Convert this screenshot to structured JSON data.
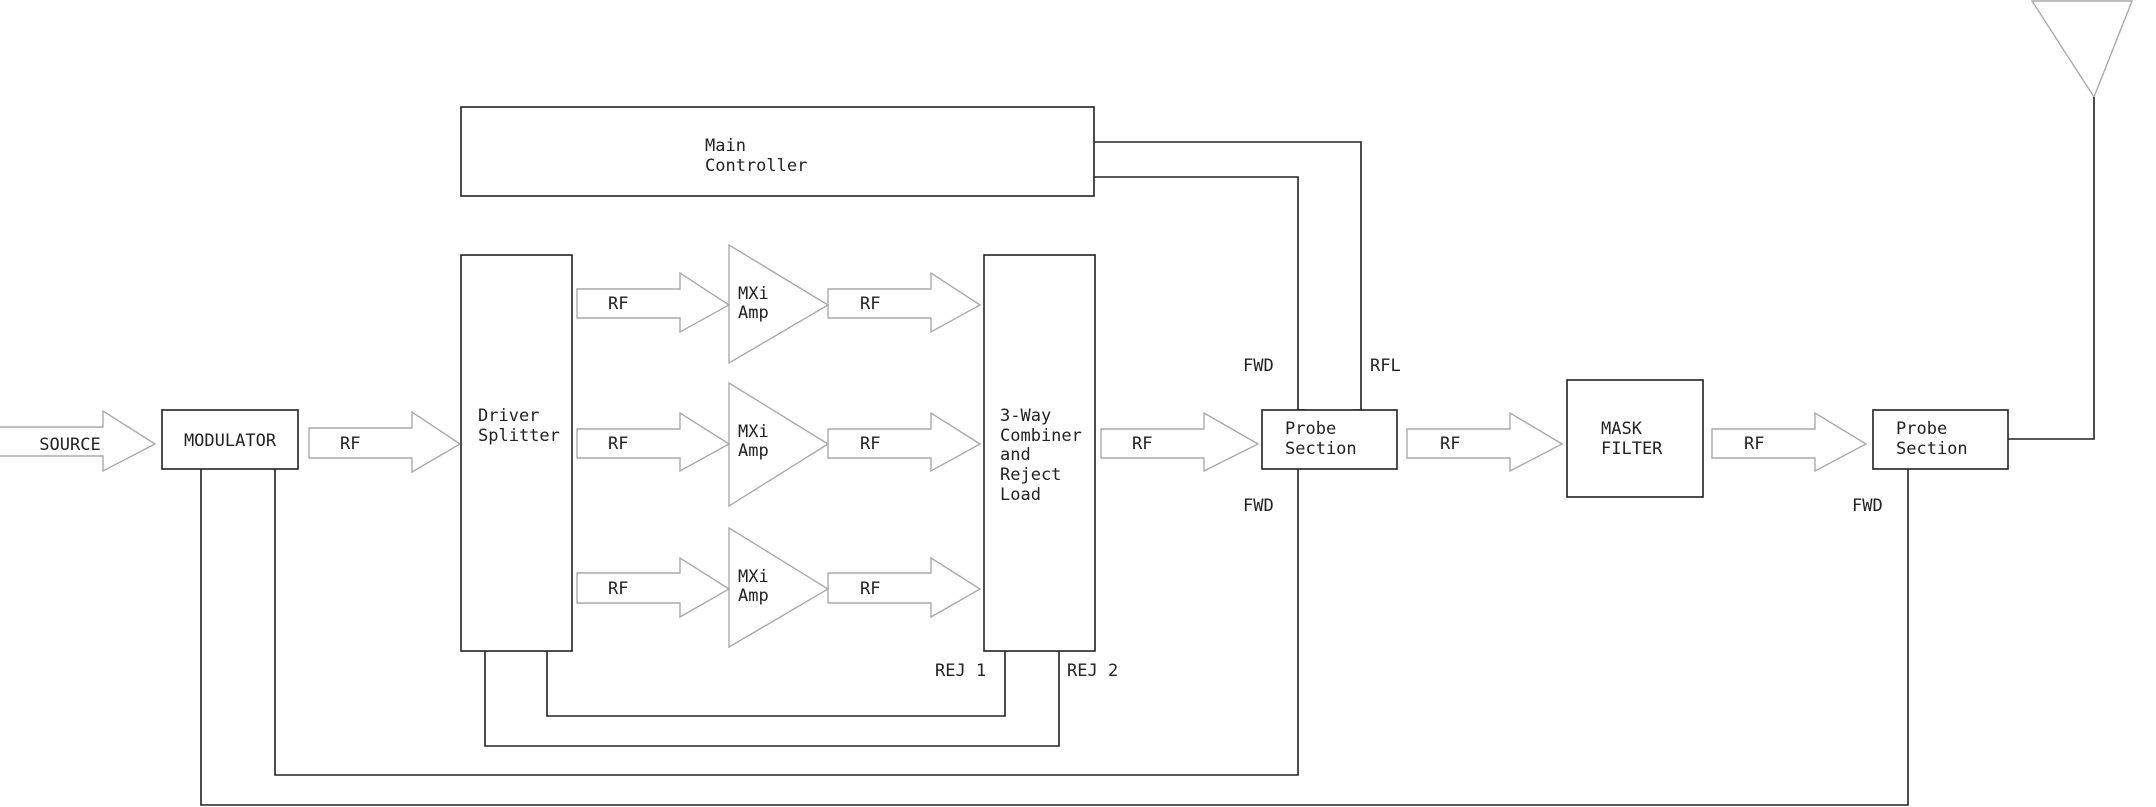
{
  "diagram": {
    "blocks": {
      "source": "SOURCE",
      "modulator": "MODULATOR",
      "main_controller": [
        "Main",
        "Controller"
      ],
      "driver_splitter": [
        "Driver",
        "Splitter"
      ],
      "amp1": [
        "MXi",
        "Amp"
      ],
      "amp2": [
        "MXi",
        "Amp"
      ],
      "amp3": [
        "MXi",
        "Amp"
      ],
      "combiner": [
        "3-Way",
        "Combiner",
        "and",
        "Reject",
        "Load"
      ],
      "probe1": [
        "Probe",
        "Section"
      ],
      "mask_filter": [
        "MASK",
        "FILTER"
      ],
      "probe2": [
        "Probe",
        "Section"
      ]
    },
    "rf_label": "RF",
    "labels": {
      "fwd_top": "FWD",
      "rfl": "RFL",
      "fwd_bottom": "FWD",
      "fwd_probe2": "FWD",
      "rej1": "REJ 1",
      "rej2": "REJ 2"
    }
  }
}
